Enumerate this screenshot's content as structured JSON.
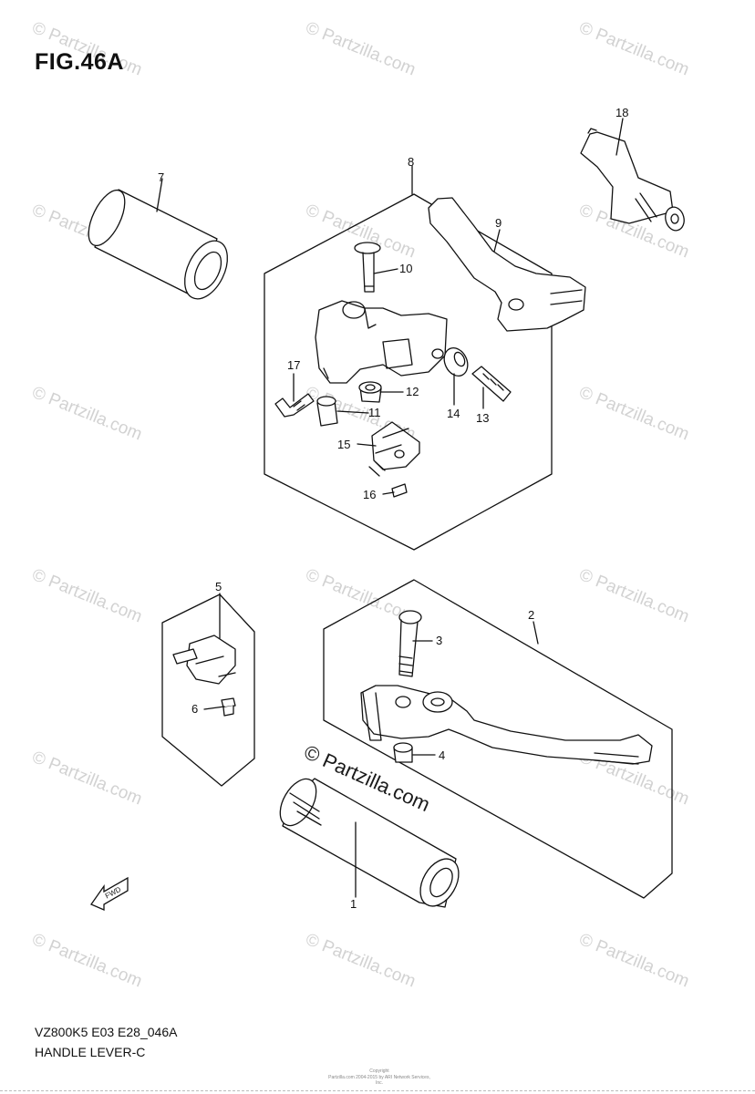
{
  "figure": {
    "title": "FIG.46A",
    "model_code": "VZ800K5 E03 E28_046A",
    "caption": "HANDLE LEVER-C"
  },
  "watermark": {
    "text": "© Partzilla.com",
    "center_text": "© Partzilla.com"
  },
  "copyright": {
    "line1": "Copyright",
    "line2": "Partzilla.com 2004-2015 by ARI Network Services, Inc."
  },
  "fwd_arrow_label": "FWD",
  "callouts": [
    "1",
    "2",
    "3",
    "4",
    "5",
    "6",
    "7",
    "8",
    "9",
    "10",
    "11",
    "12",
    "13",
    "14",
    "15",
    "16",
    "17",
    "18"
  ],
  "colors": {
    "ink": "#111111",
    "watermark": "#d2d2d2"
  }
}
